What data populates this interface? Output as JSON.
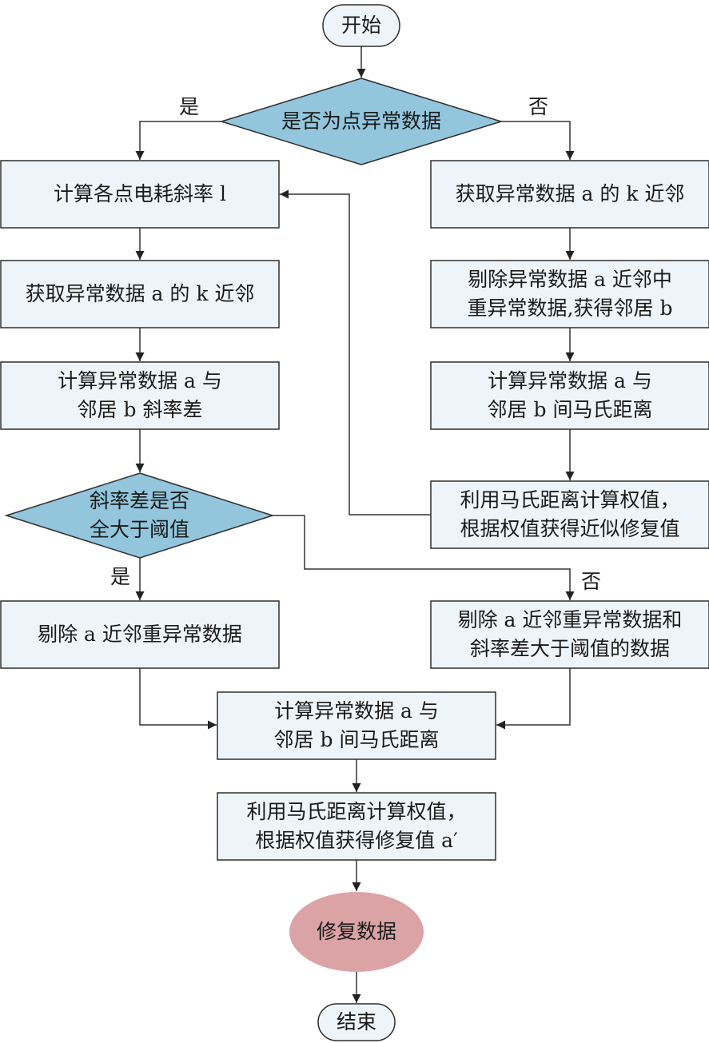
{
  "nodes": {
    "start": {
      "lines": [
        "开始"
      ]
    },
    "is_point_anomaly": {
      "lines": [
        "是否为点异常数据"
      ]
    },
    "calc_slope": {
      "lines": [
        "计算各点电耗斜率 l"
      ]
    },
    "get_knn_left": {
      "lines": [
        "获取异常数据 a 的 k 近邻"
      ]
    },
    "calc_slope_diff": {
      "lines": [
        "计算异常数据 a 与",
        "邻居 b 斜率差"
      ]
    },
    "slope_diff_check": {
      "lines": [
        "斜率差是否",
        "全大于阈值"
      ]
    },
    "remove_left": {
      "lines": [
        "剔除 a 近邻重异常数据"
      ]
    },
    "remove_right": {
      "lines": [
        "剔除 a 近邻重异常数据和",
        "斜率差大于阈值的数据"
      ]
    },
    "calc_mahal_bottom": {
      "lines": [
        "计算异常数据 a 与",
        "邻居 b 间马氏距离"
      ]
    },
    "weight_bottom": {
      "lines": [
        "利用马氏距离计算权值，",
        "根据权值获得修复值 a′"
      ]
    },
    "repair": {
      "lines": [
        "修复数据"
      ]
    },
    "end": {
      "lines": [
        "结束"
      ]
    },
    "get_knn_right": {
      "lines": [
        "获取异常数据 a 的 k 近邻"
      ]
    },
    "remove_knn_right": {
      "lines": [
        "剔除异常数据 a 近邻中",
        "重异常数据,获得邻居 b"
      ]
    },
    "calc_mahal_right": {
      "lines": [
        "计算异常数据 a 与",
        "邻居 b 间马氏距离"
      ]
    },
    "weight_right": {
      "lines": [
        "利用马氏距离计算权值，",
        "根据权值获得近似修复值"
      ]
    }
  },
  "edge_labels": {
    "top_yes": "是",
    "top_no": "否",
    "slope_yes": "是",
    "slope_no": "否"
  },
  "colors": {
    "box_fill": "#eef5fa",
    "decision_fill": "#93c6dc",
    "repair_fill": "#dba3a6",
    "stroke": "#2e2e2e"
  }
}
